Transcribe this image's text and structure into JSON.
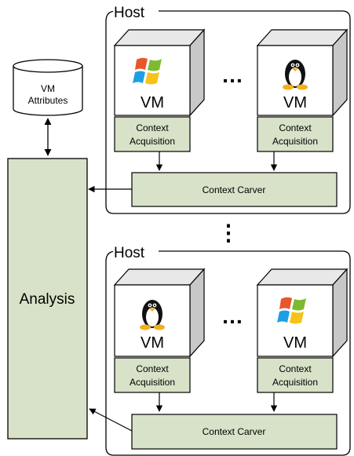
{
  "host_1": {
    "label": "Host",
    "vm_left": {
      "os_icon": "windows-logo-icon",
      "label": "VM",
      "module": [
        "Context",
        "Acquisition"
      ]
    },
    "vm_right": {
      "os_icon": "linux-tux-icon",
      "label": "VM",
      "module": [
        "Context",
        "Acquisition"
      ]
    },
    "ellipsis": "…",
    "carver": "Context Carver"
  },
  "between_hosts": "⋮",
  "host_2": {
    "label": "Host",
    "vm_left": {
      "os_icon": "linux-tux-icon",
      "label": "VM",
      "module": [
        "Context",
        "Acquisition"
      ]
    },
    "vm_right": {
      "os_icon": "windows-logo-icon",
      "label": "VM",
      "module": [
        "Context",
        "Acquisition"
      ]
    },
    "ellipsis": "…",
    "carver": "Context Carver"
  },
  "vm_attributes": [
    "VM",
    "Attributes"
  ],
  "analysis": "Analysis",
  "colors": {
    "module_fill": "#d8e2c8",
    "stroke": "#000000",
    "cube_side": "#c8c8c8",
    "cube_top": "#e8e8e8"
  }
}
